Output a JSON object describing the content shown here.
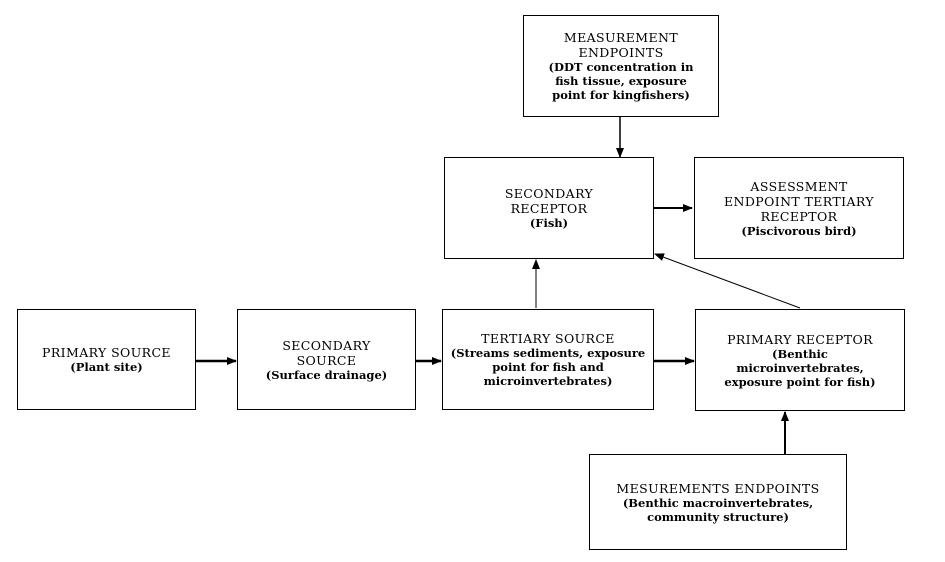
{
  "boxes": {
    "measurement_top": {
      "title": "MEASUREMENT ENDPOINTS",
      "sub": "(DDT concentration in fish tissue, exposure point for kingfishers)"
    },
    "secondary_receptor": {
      "title": "SECONDARY RECEPTOR",
      "sub": "(Fish)"
    },
    "assessment_endpoint": {
      "title": "ASSESSMENT ENDPOINT TERTIARY RECEPTOR",
      "sub": "(Piscivorous bird)"
    },
    "primary_source": {
      "title": "PRIMARY SOURCE",
      "sub": "(Plant site)"
    },
    "secondary_source": {
      "title": "SECONDARY SOURCE",
      "sub": "(Surface drainage)"
    },
    "tertiary_source": {
      "title": "TERTIARY SOURCE",
      "sub": "(Streams sediments, exposure point for fish and microinvertebrates)"
    },
    "primary_receptor": {
      "title": "PRIMARY RECEPTOR",
      "sub": "(Benthic microinvertebrates, exposure point for fish)"
    },
    "measurement_bottom": {
      "title": "MESUREMENTS ENDPOINTS",
      "sub": "(Benthic macroinvertebrates, community structure)"
    }
  }
}
